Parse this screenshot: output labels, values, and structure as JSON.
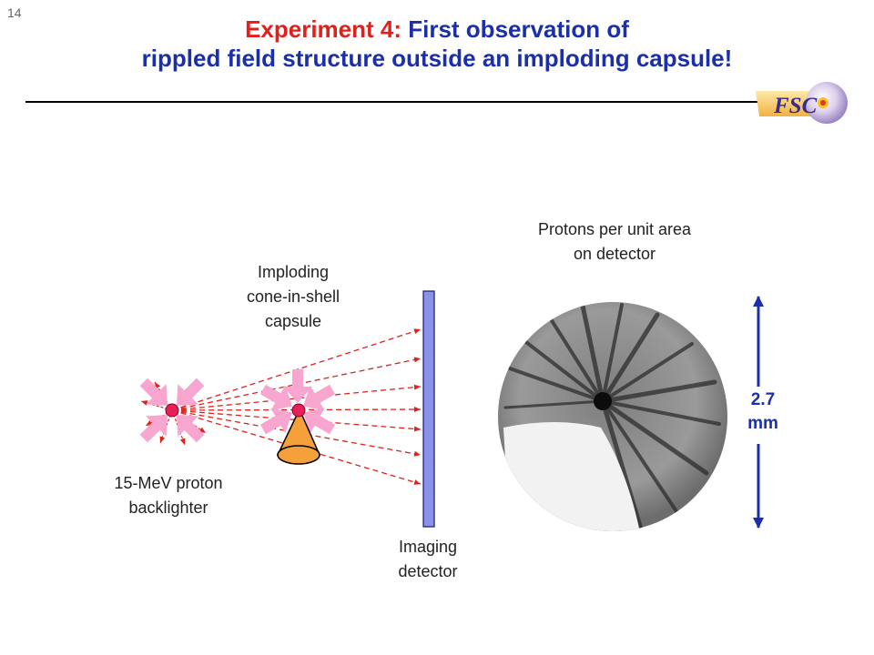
{
  "slide_number": "14",
  "title": {
    "line1_part1": "Experiment 4: ",
    "line1_part2": "First observation of",
    "line2": "rippled field structure outside an imploding capsule!"
  },
  "logo": {
    "text": "FSC"
  },
  "labels": {
    "imploding_capsule": [
      "Imploding",
      "cone-in-shell",
      "capsule"
    ],
    "protons_per_area": [
      "Protons per unit area",
      "on detector"
    ],
    "backlighter": [
      "15-MeV proton",
      "backlighter"
    ],
    "imaging_detector": [
      "Imaging",
      "detector"
    ],
    "scale": [
      "2.7",
      "mm"
    ]
  },
  "colors": {
    "title_red": "#e0201b",
    "title_blue": "#1a2fa8",
    "arrow_pink": "#f8a6cf",
    "ray_red": "#e0201b",
    "capsule_red": "#e8205a",
    "cone_orange": "#f5a03a",
    "detector_blue": "#8a92e8",
    "scale_blue": "#1a2fa8"
  }
}
